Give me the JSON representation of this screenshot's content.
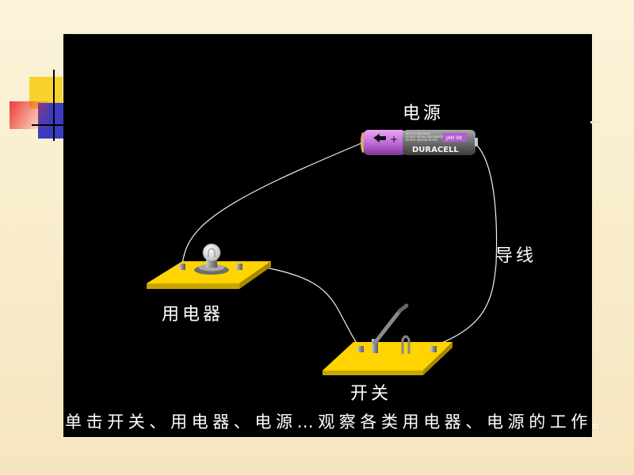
{
  "labels": {
    "power_source": "电源",
    "wire": "导线",
    "appliance": "用电器",
    "switch": "开关"
  },
  "instruction": "单击开关、用电器、电源…观察各类用电器、电源的工作。",
  "battery": {
    "brand": "DURACELL",
    "date_code": "JAN 98",
    "minus_symbol": "—",
    "plus_symbol": "+",
    "fine_print_1": "DO NOT RECHARGE",
    "fine_print_2": "DO NOT INSTALL BACKWARDS",
    "fine_print_3": "DO NOT DISPOSE IN FIRE"
  },
  "colors": {
    "stage_background": "#000000",
    "board_yellow": "#ffd400",
    "battery_purple": "#c873e0",
    "battery_grey": "#6d6d6d",
    "wire_white": "#f2f2f2",
    "text_white": "#ffffff",
    "deco_yellow": "#f7d32c",
    "deco_red": "#ee3a3a",
    "deco_blue": "#3b3bbf"
  }
}
